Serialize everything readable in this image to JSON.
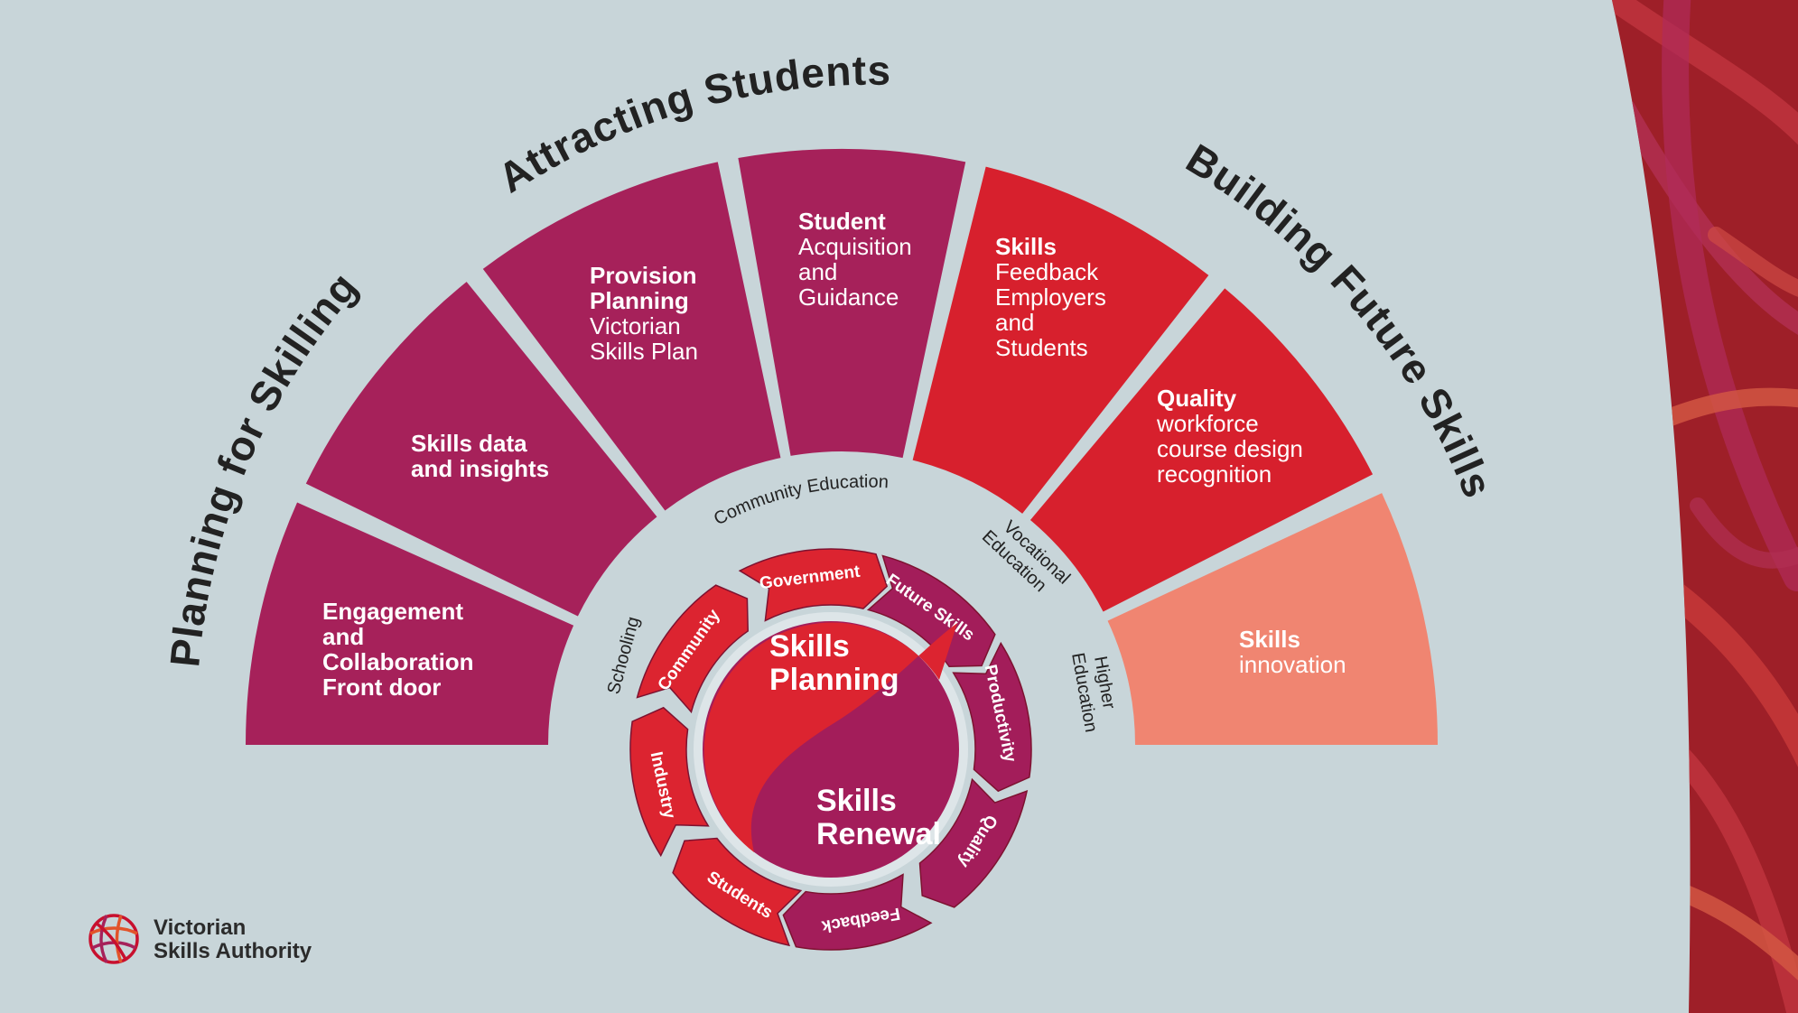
{
  "colors": {
    "background": "#c8d5d9",
    "plum": "#a6215a",
    "plum_inner": "#a31d5a",
    "red": "#d7202d",
    "red_inner": "#dc2430",
    "salmon": "#f08571",
    "title_text": "#222222",
    "border_red": "#8f1a1e"
  },
  "arc_titles": [
    {
      "text": "Planning for Skilling"
    },
    {
      "text": "Attracting Students"
    },
    {
      "text": "Building Future Skills"
    }
  ],
  "segments": [
    {
      "id": "engagement",
      "bold": [
        "Engagement",
        "and",
        "Collaboration",
        "Front door"
      ],
      "regular": [],
      "color": "plum"
    },
    {
      "id": "skills-data",
      "bold": [
        "Skills data",
        "and insights"
      ],
      "regular": [],
      "color": "plum"
    },
    {
      "id": "provision",
      "bold": [
        "Provision",
        "Planning"
      ],
      "regular": [
        "Victorian",
        "Skills Plan"
      ],
      "color": "plum"
    },
    {
      "id": "student",
      "bold": [
        "Student"
      ],
      "regular": [
        "Acquisition",
        "and",
        "Guidance"
      ],
      "color": "plum"
    },
    {
      "id": "skills-feedback",
      "bold": [
        "Skills"
      ],
      "regular": [
        "Feedback",
        "Employers",
        "and",
        "Students"
      ],
      "color": "red"
    },
    {
      "id": "quality",
      "bold": [
        "Quality"
      ],
      "regular": [
        "workforce",
        "course design",
        "recognition"
      ],
      "color": "red"
    },
    {
      "id": "skills-innovation",
      "bold": [
        "Skills"
      ],
      "regular": [
        "innovation"
      ],
      "color": "salmon"
    }
  ],
  "ring_labels": [
    {
      "lines": [
        "Schooling"
      ]
    },
    {
      "lines": [
        "Community Education"
      ]
    },
    {
      "lines": [
        "Vocational",
        "Education"
      ]
    },
    {
      "lines": [
        "Higher",
        "Education"
      ]
    }
  ],
  "inner_ring": [
    {
      "label": "Government",
      "color": "red"
    },
    {
      "label": "Future Skills",
      "color": "plum"
    },
    {
      "label": "Productivity",
      "color": "plum"
    },
    {
      "label": "Quality",
      "color": "plum"
    },
    {
      "label": "Feedback",
      "color": "plum"
    },
    {
      "label": "Students",
      "color": "red"
    },
    {
      "label": "Industry",
      "color": "red"
    },
    {
      "label": "Community",
      "color": "red"
    }
  ],
  "center": {
    "top": [
      "Skills",
      "Planning"
    ],
    "bottom": [
      "Skills",
      "Renewal"
    ]
  },
  "logo": {
    "icon": "victorian-skills-authority-logo-icon",
    "lines": [
      "Victorian",
      "Skills Authority"
    ]
  }
}
